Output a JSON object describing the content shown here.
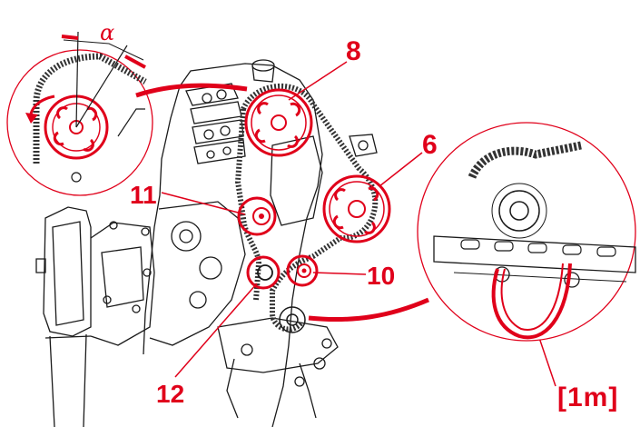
{
  "colors": {
    "accent": "#e0001a",
    "line": "#1a1a1a",
    "background": "#ffffff"
  },
  "callouts": {
    "belt_tensioner_8": "8",
    "camshaft_sprocket_6": "6",
    "idler_pulley_11": "11",
    "idler_pulley_10": "10",
    "crankshaft_sprocket_12": "12",
    "belt_loop_1m": "[1m]"
  },
  "detail_inset": {
    "angle_symbol": "α"
  }
}
